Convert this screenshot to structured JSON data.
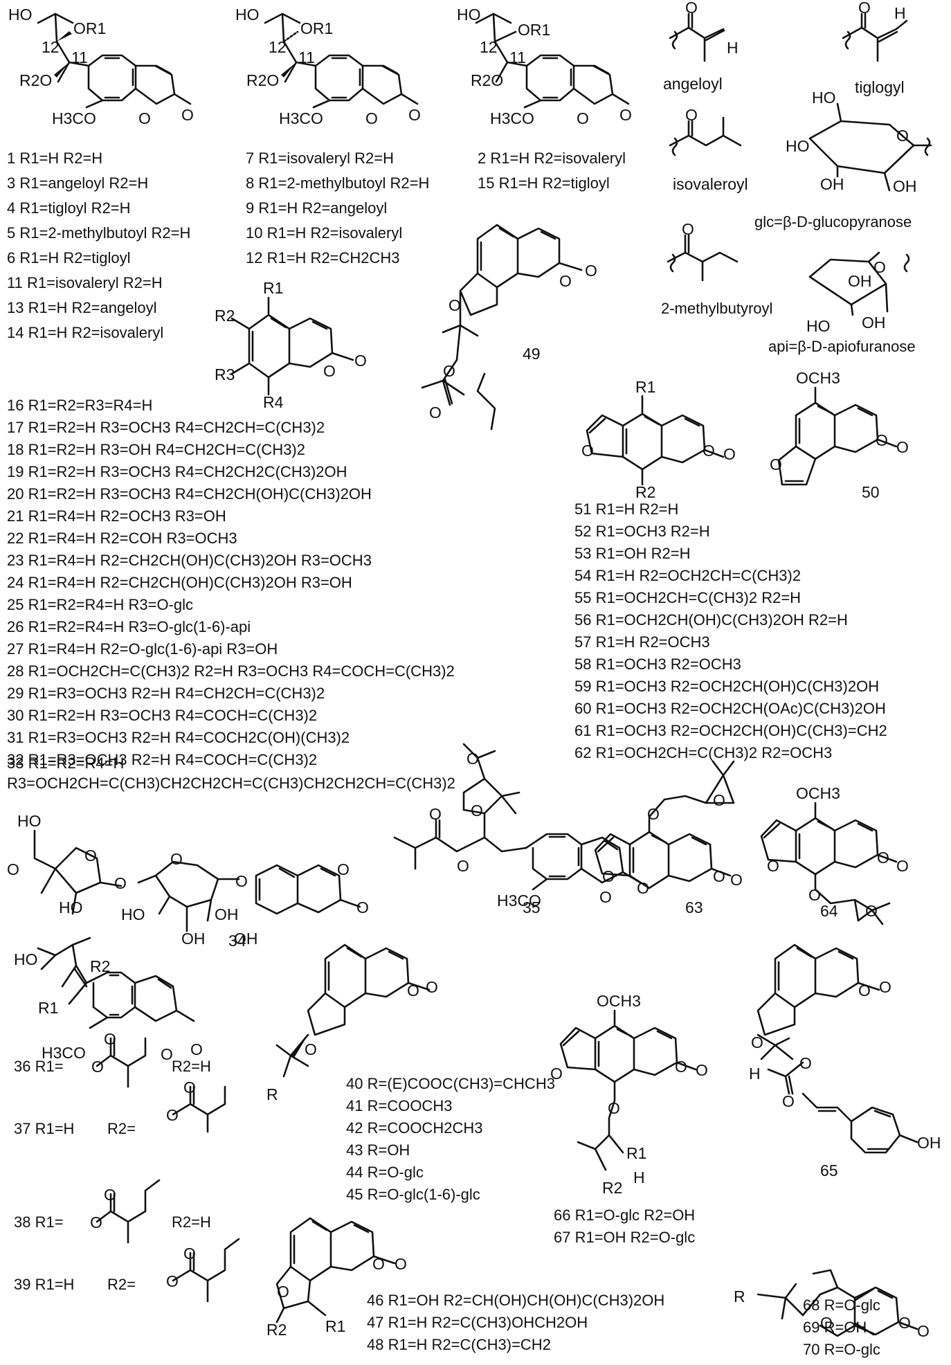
{
  "figure": {
    "atom_labels": [
      "HO",
      "OR1",
      "12",
      "11",
      "R2O",
      "H3CO",
      "O",
      "O",
      "HO",
      "OR1",
      "12",
      "11",
      "R2O",
      "H3CO",
      "O",
      "O",
      "HO",
      "OR1",
      "12",
      "11",
      "R2O",
      "H3CO",
      "O",
      "O",
      "O",
      "H",
      "angeloyl",
      "O",
      "H",
      "tiglogyl",
      "O",
      "isovaleroyl",
      "HO",
      "O",
      "HO",
      "OH",
      "OH",
      "glc=β-D-glucopyranose",
      "O",
      "2-methylbutyroyl",
      "O",
      "OH",
      "HO",
      "OH",
      "api=β-D-apiofuranose",
      "R1",
      "R2",
      "R3",
      "R4",
      "O",
      "O",
      "O",
      "O",
      "O",
      "O",
      "O",
      "49",
      "R1",
      "O",
      "O",
      "O",
      "R2",
      "OCH3",
      "O",
      "O",
      "O",
      "50",
      "HO",
      "O",
      "O",
      "O",
      "HO",
      "O",
      "O",
      "HO",
      "OH",
      "OH",
      "OH",
      "O",
      "O",
      "34",
      "O",
      "O",
      "O",
      "O",
      "H3CO",
      "O",
      "O",
      "35",
      "O",
      "O",
      "O",
      "O",
      "O",
      "63",
      "OCH3",
      "O",
      "O",
      "O",
      "O",
      "O",
      "64",
      "HO",
      "R2",
      "R1",
      "H3CO",
      "O",
      "O",
      "O",
      "O",
      "O",
      "R",
      "OCH3",
      "O",
      "O",
      "O",
      "O",
      "R1",
      "H",
      "R2",
      "O",
      "O",
      "O",
      "H",
      "O",
      "O",
      "OH",
      "65",
      "O",
      "O",
      "O",
      "R2",
      "R1",
      "R",
      "O",
      "O",
      "O",
      "O",
      "O",
      "O",
      "O",
      "O",
      "O",
      "O",
      "O"
    ],
    "legends": [
      "1 R1=H   R2=H",
      "3 R1=angeloyl   R2=H",
      "4 R1=tigloyl   R2=H",
      "5 R1=2-methylbutoyl   R2=H",
      "6 R1=H   R2=tigloyl",
      "11 R1=isovaleryl   R2=H",
      "13 R1=H   R2=angeloyl",
      "14 R1=H   R2=isovaleryl",
      "7 R1=isovaleryl   R2=H",
      "8 R1=2-methylbutoyl   R2=H",
      "9 R1=H   R2=angeloyl",
      "10 R1=H   R2=isovaleryl",
      "12 R1=H   R2=CH2CH3",
      "2 R1=H   R2=isovaleryl",
      "15 R1=H   R2=tigloyl",
      "16 R1=R2=R3=R4=H",
      "17 R1=R2=H   R3=OCH3   R4=CH2CH=C(CH3)2",
      "18 R1=R2=H   R3=OH   R4=CH2CH=C(CH3)2",
      "19 R1=R2=H   R3=OCH3   R4=CH2CH2C(CH3)2OH",
      "20 R1=R2=H   R3=OCH3   R4=CH2CH(OH)C(CH3)2OH",
      "21 R1=R4=H   R2=OCH3   R3=OH",
      "22 R1=R4=H   R2=COH   R3=OCH3",
      "23 R1=R4=H   R2=CH2CH(OH)C(CH3)2OH   R3=OCH3",
      "24 R1=R4=H   R2=CH2CH(OH)C(CH3)2OH   R3=OH",
      "25 R1=R2=R4=H   R3=O-glc",
      "26 R1=R2=R4=H   R3=O-glc(1-6)-api",
      "27 R1=R4=H   R2=O-glc(1-6)-api   R3=OH",
      "28 R1=OCH2CH=C(CH3)2   R2=H   R3=OCH3   R4=COCH=C(CH3)2",
      "29 R1=R3=OCH3   R2=H   R4=CH2CH=C(CH3)2",
      "30 R1=R2=H   R3=OCH3   R4=COCH=C(CH3)2",
      "31 R1=R3=OCH3   R2=H   R4=COCH2C(OH)(CH3)2",
      "32 R1=R3=OCH3   R2=H   R4=COCH=C(CH3)2",
      "33 R1=R2=R4=H",
      "R3=OCH2CH=C(CH3)CH2CH2CH=C(CH3)CH2CH2CH=C(CH3)2",
      "51 R1=H   R2=H",
      "52 R1=OCH3   R2=H",
      "53 R1=OH   R2=H",
      "54 R1=H   R2=OCH2CH=C(CH3)2",
      "55 R1=OCH2CH=C(CH3)2   R2=H",
      "56 R1=OCH2CH(OH)C(CH3)2OH   R2=H",
      "57 R1=H   R2=OCH3",
      "58 R1=OCH3   R2=OCH3",
      "59 R1=OCH3   R2=OCH2CH(OH)C(CH3)2OH",
      "60 R1=OCH3   R2=OCH2CH(OAc)C(CH3)2OH",
      "61 R1=OCH3   R2=OCH2CH(OH)C(CH3)=CH2",
      "62 R1=OCH2CH=C(CH3)2   R2=OCH3",
      "40 R=(E)COOC(CH3)=CHCH3",
      "41 R=COOCH3",
      "42 R=COOCH2CH3",
      "43 R=OH",
      "44 R=O-glc",
      "45 R=O-glc(1-6)-glc",
      "36 R1=",
      "R2=H",
      "37 R1=H",
      "R2=",
      "38 R1=",
      "R2=H",
      "39 R1=H",
      "R2=",
      "66 R1=O-glc   R2=OH",
      "67 R1=OH   R2=O-glc",
      "46 R1=OH   R2=CH(OH)CH(OH)C(CH3)2OH",
      "47 R1=H   R2=C(CH3)OHCH2OH",
      "48 R1=H   R2=C(CH3)=CH2",
      "68 R=O-glc",
      "69 R=OH",
      "70 R=O-glc"
    ]
  }
}
